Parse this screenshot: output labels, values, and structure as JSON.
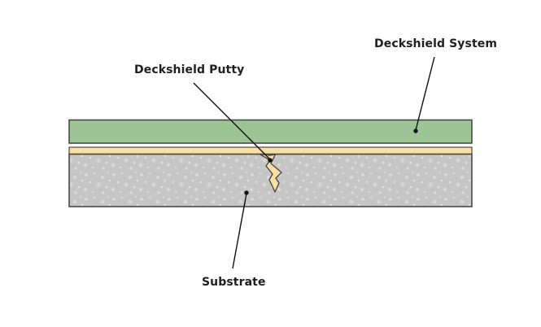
{
  "labels": {
    "system": "Deckshield System",
    "putty": "Deckshield Putty",
    "substrate": "Substrate"
  },
  "layers": [
    {
      "id": "system",
      "color": "#9cc495"
    },
    {
      "id": "putty",
      "color": "#f7e0a2"
    },
    {
      "id": "substrate",
      "color": "#c6c6c6"
    }
  ],
  "colors": {
    "outline": "#4a4a4a",
    "leader": "#111111",
    "text": "#1f1f1f"
  }
}
